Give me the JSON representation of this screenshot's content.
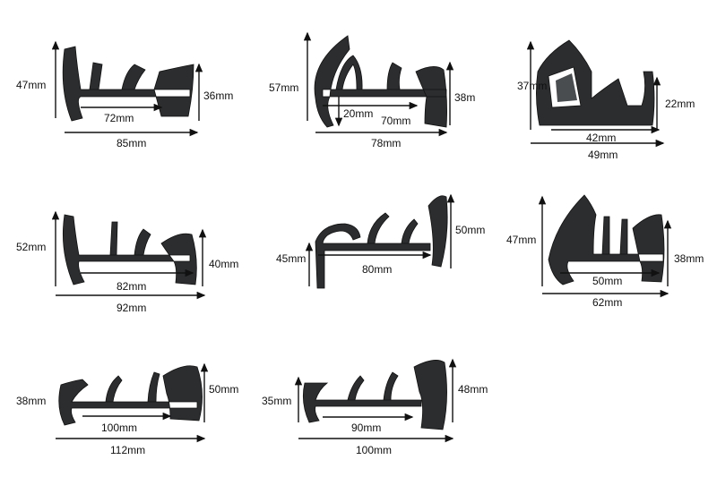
{
  "profiles": [
    {
      "height_left": "47mm",
      "height_right": "36mm",
      "inner_width": "72mm",
      "total_width": "85mm"
    },
    {
      "height_left": "57mm",
      "height_right": "38m",
      "depth": "20mm",
      "inner_width": "70mm",
      "total_width": "78mm"
    },
    {
      "height_left": "37mm",
      "height_right": "22mm",
      "inner_width": "42mm",
      "total_width": "49mm"
    },
    {
      "height_left": "52mm",
      "height_right": "40mm",
      "inner_width": "82mm",
      "total_width": "92mm"
    },
    {
      "height_left": "45mm",
      "height_right": "50mm",
      "inner_width": "80mm"
    },
    {
      "height_left": "47mm",
      "height_right": "38mm",
      "inner_width": "50mm",
      "total_width": "62mm"
    },
    {
      "height_left": "38mm",
      "height_right": "50mm",
      "inner_width": "100mm",
      "total_width": "112mm"
    },
    {
      "height_left": "35mm",
      "height_right": "48mm",
      "inner_width": "90mm",
      "total_width": "100mm"
    }
  ]
}
